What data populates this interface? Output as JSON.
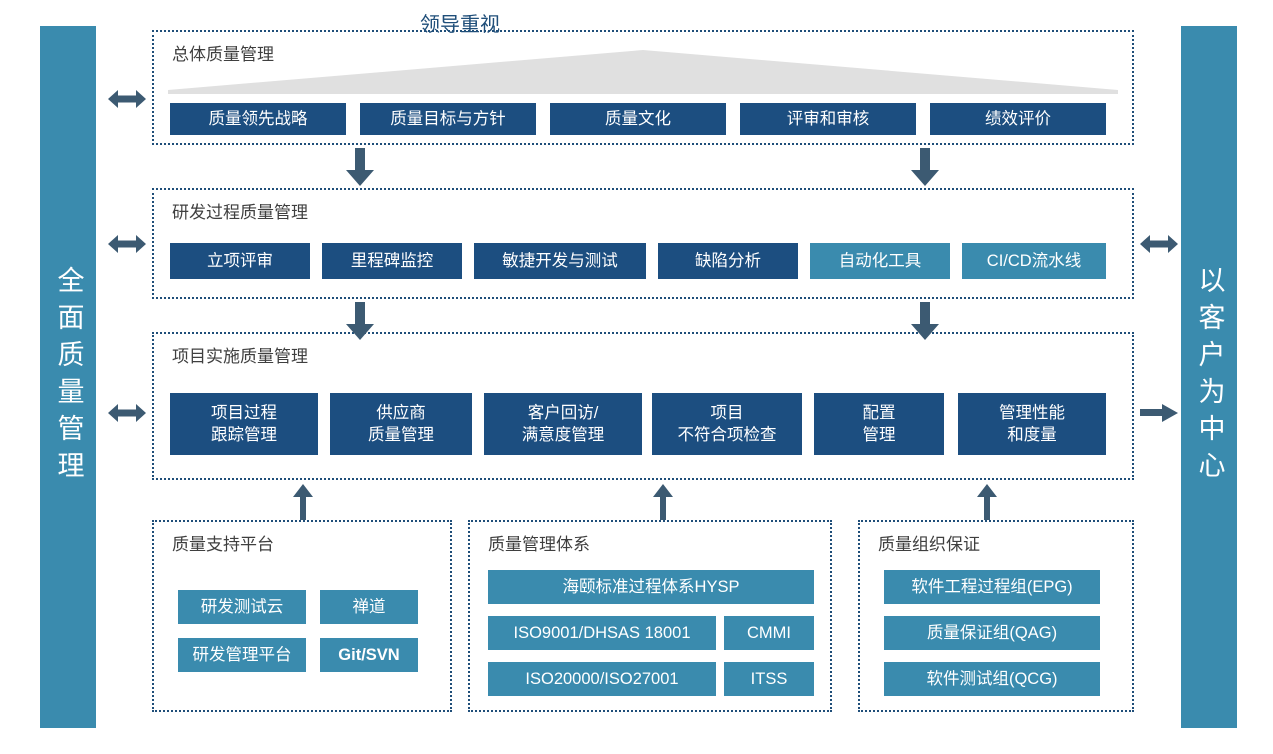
{
  "diagram": {
    "left_pillar": {
      "label": "全面质量管理"
    },
    "right_pillar": {
      "label": "以客户为中心"
    },
    "banner": {
      "label": "领导重视"
    },
    "colors": {
      "navy": "#1C4E80",
      "teal": "#3A8BAE",
      "border": "#1F4E79",
      "banner": "#E0E0E0"
    },
    "panels": [
      {
        "title": "总体质量管理",
        "items": [
          {
            "label": "质量领先战略",
            "color": "navy"
          },
          {
            "label": "质量目标与方针",
            "color": "navy"
          },
          {
            "label": "质量文化",
            "color": "navy"
          },
          {
            "label": "评审和审核",
            "color": "navy"
          },
          {
            "label": "绩效评价",
            "color": "navy"
          }
        ]
      },
      {
        "title": "研发过程质量管理",
        "items": [
          {
            "label": "立项评审",
            "color": "navy"
          },
          {
            "label": "里程碑监控",
            "color": "navy"
          },
          {
            "label": "敏捷开发与测试",
            "color": "navy"
          },
          {
            "label": "缺陷分析",
            "color": "navy"
          },
          {
            "label": "自动化工具",
            "color": "teal"
          },
          {
            "label": "CI/CD流水线",
            "color": "teal"
          }
        ]
      },
      {
        "title": "项目实施质量管理",
        "items": [
          {
            "label": "项目过程\n跟踪管理",
            "color": "navy"
          },
          {
            "label": "供应商\n质量管理",
            "color": "navy"
          },
          {
            "label": "客户回访/\n满意度管理",
            "color": "navy"
          },
          {
            "label": "项目\n不符合项检查",
            "color": "navy"
          },
          {
            "label": "配置\n管理",
            "color": "navy"
          },
          {
            "label": "管理性能\n和度量",
            "color": "navy"
          }
        ]
      },
      {
        "title": "质量支持平台",
        "items": [
          {
            "label": "研发测试云",
            "color": "teal"
          },
          {
            "label": "禅道",
            "color": "teal"
          },
          {
            "label": "研发管理平台",
            "color": "teal"
          },
          {
            "label": "Git/SVN",
            "color": "teal",
            "bold": true
          }
        ]
      },
      {
        "title": "质量管理体系",
        "items": [
          {
            "label": "海颐标准过程体系HYSP",
            "color": "teal"
          },
          {
            "label": "ISO9001/DHSAS 18001",
            "color": "teal"
          },
          {
            "label": "CMMI",
            "color": "teal"
          },
          {
            "label": "ISO20000/ISO27001",
            "color": "teal"
          },
          {
            "label": "ITSS",
            "color": "teal"
          }
        ]
      },
      {
        "title": "质量组织保证",
        "items": [
          {
            "label": "软件工程过程组(EPG)",
            "color": "teal"
          },
          {
            "label": "质量保证组(QAG)",
            "color": "teal"
          },
          {
            "label": "软件测试组(QCG)",
            "color": "teal"
          }
        ]
      }
    ]
  }
}
